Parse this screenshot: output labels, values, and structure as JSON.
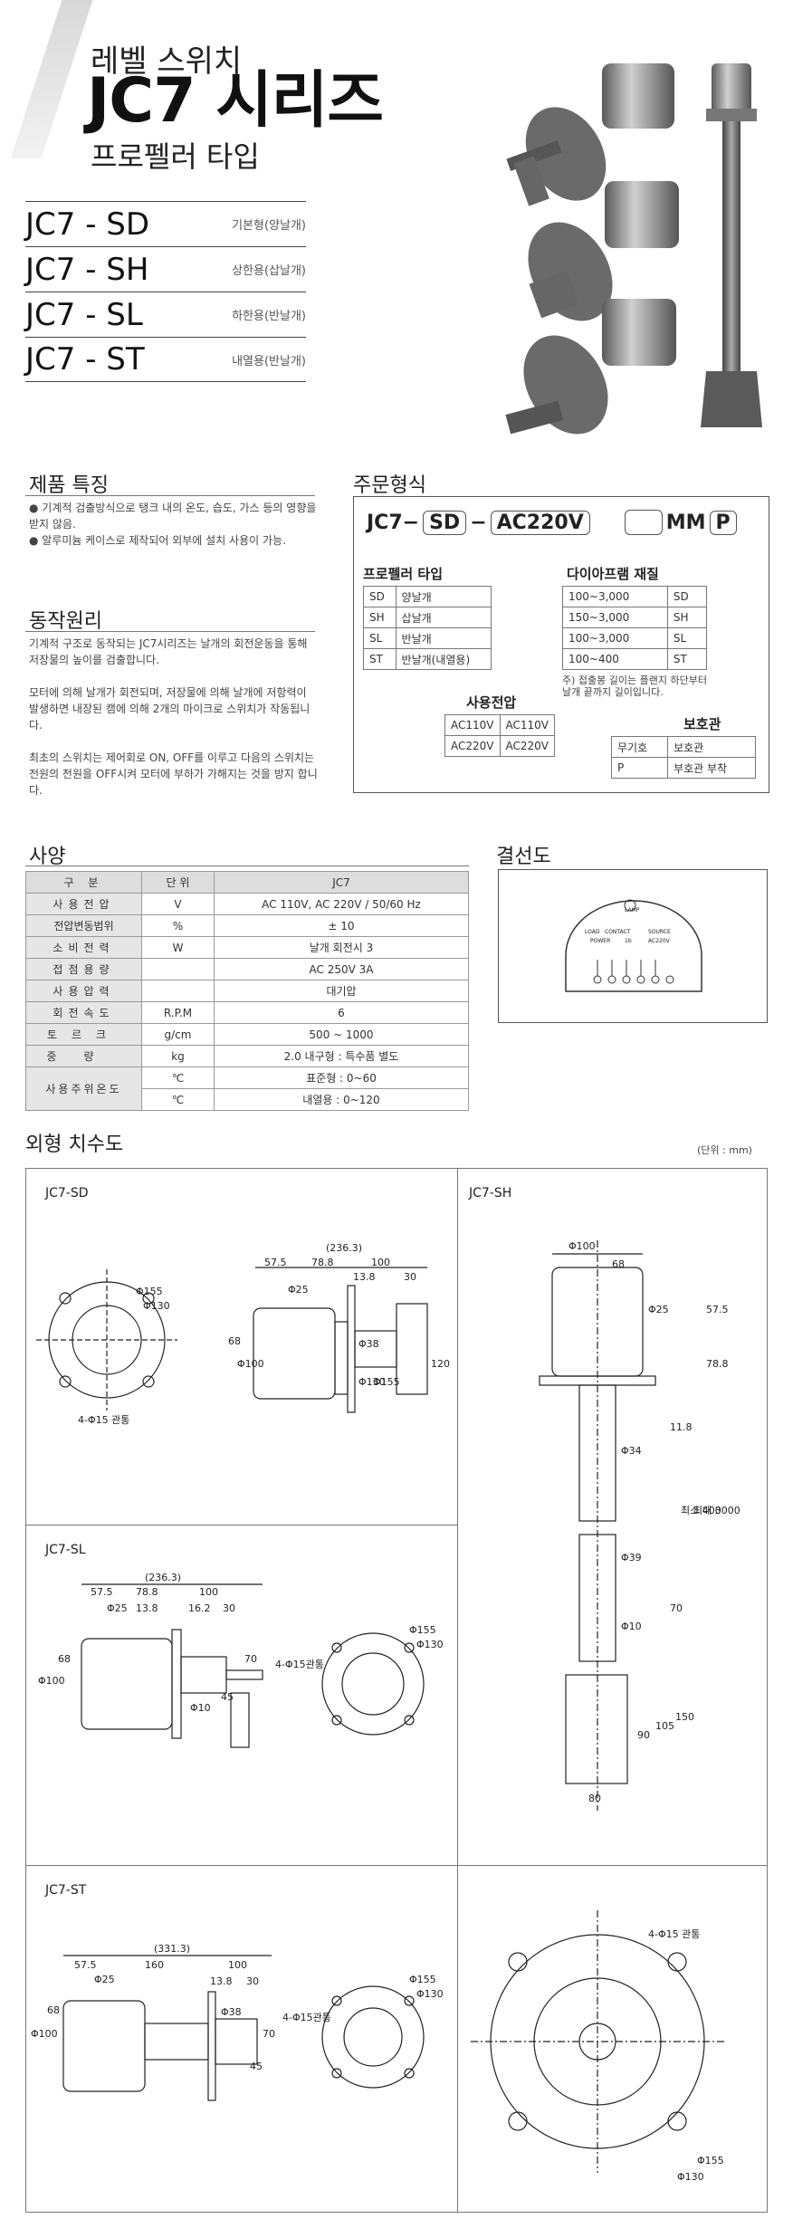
{
  "header": {
    "kicker": "레벨 스위치",
    "title": "JC7 시리즈",
    "subtitle": "프로펠러 타입"
  },
  "models": [
    {
      "name": "JC7 - SD",
      "desc": "기본형(양날개)"
    },
    {
      "name": "JC7 - SH",
      "desc": "상한용(삽날개)"
    },
    {
      "name": "JC7 - SL",
      "desc": "하한용(반날개)"
    },
    {
      "name": "JC7 - ST",
      "desc": "내열용(반날개)"
    }
  ],
  "features": {
    "title": "제품 특징",
    "items": [
      "기계적 검출방식으로 탱크 내의 온도, 습도, 가스 등의 영향을 받지 않음.",
      "알루미늄 케이스로 제작되어 외부에 설치 사용이 가능."
    ]
  },
  "principle": {
    "title": "동작원리",
    "paragraphs": [
      "기계적 구조로 동작되는 JC7시리즈는 날개의 회전운동을 통해 저장물의 높이를 검출합니다.",
      "모터에 의해 날개가 회전되며, 저장물에 의해 날개에 저항력이 발생하면 내장된 캠에 의해 2개의 마이크로 스위치가 작동됩니다.",
      "최초의 스위치는 제어회로 ON, OFF를 이루고 다음의 스위치는 전원의 전원을 OFF시켜 모터에 부하가 가해지는 것을 방지 합니다."
    ]
  },
  "order": {
    "title": "주문형식",
    "code": {
      "p1": "JC7−",
      "p2": "SD",
      "p3": "−",
      "p4": "AC220V",
      "p5": "MM",
      "p6": "P"
    },
    "propeller": {
      "title": "프로펠러 타입",
      "rows": [
        [
          "SD",
          "양날개"
        ],
        [
          "SH",
          "삽날개"
        ],
        [
          "SL",
          "반날개"
        ],
        [
          "ST",
          "반날개(내열용)"
        ]
      ]
    },
    "diaphragm": {
      "title": "다이아프램 재질",
      "rows": [
        [
          "100~3,000",
          "SD"
        ],
        [
          "150~3,000",
          "SH"
        ],
        [
          "100~3,000",
          "SL"
        ],
        [
          "100~400",
          "ST"
        ]
      ],
      "note1": "주) 접출봉 길이는 플랜지 하단부터",
      "note2": "날개 끝까지 길이입니다."
    },
    "voltage": {
      "title": "사용전압",
      "rows": [
        [
          "AC110V",
          "AC110V"
        ],
        [
          "AC220V",
          "AC220V"
        ]
      ]
    },
    "protect": {
      "title": "보호관",
      "rows": [
        [
          "무기호",
          "보호관"
        ],
        [
          "P",
          "부호관 부착"
        ]
      ]
    }
  },
  "spec": {
    "title": "사양",
    "header": [
      "구 분",
      "단 위",
      "JC7"
    ],
    "rows": [
      [
        "사용전압",
        "V",
        "AC 110V, AC 220V / 50/60 Hz"
      ],
      [
        "전압변동범위",
        "%",
        "± 10"
      ],
      [
        "소비전력",
        "W",
        "날개 회전시 3"
      ],
      [
        "접점용량",
        "",
        "AC 250V 3A"
      ],
      [
        "사용압력",
        "",
        "대기압"
      ],
      [
        "회전속도",
        "R.P.M",
        "6"
      ],
      [
        "토르크",
        "g/cm",
        "500 ~ 1000"
      ],
      [
        "중량",
        "kg",
        "2.0 내구형 : 특수품 별도"
      ]
    ],
    "temp_label": "사용주위온도",
    "temp_rows": [
      [
        "℃",
        "표준형 : 0~60"
      ],
      [
        "℃",
        "내열용 : 0~120"
      ]
    ]
  },
  "wiring": {
    "title": "결선도",
    "lamp": "LAMP",
    "load": "LOAD",
    "contact": "CONTACT",
    "source": "SOURCE",
    "power": "POWER",
    "nb": "1b",
    "ac": "AC220V"
  },
  "dims": {
    "title": "외형 치수도",
    "unit": "(단위 : mm)",
    "sd": {
      "label": "JC7-SD",
      "d155": "Φ155",
      "d130": "Φ130",
      "holes": "4-Φ15 관통",
      "total": "(236.3)",
      "a": "57.5",
      "b": "78.8",
      "c": "100",
      "d": "13.8",
      "e": "30",
      "f": "Φ25",
      "g": "68",
      "h": "Φ100",
      "i": "Φ38",
      "j": "Φ130",
      "k": "Φ155",
      "l": "120"
    },
    "sh": {
      "label": "JC7-SH",
      "d100": "Φ100",
      "w68": "68",
      "d25": "Φ25",
      "h57": "57.5",
      "h78": "78.8",
      "h11": "11.8",
      "d34": "Φ34",
      "len": "최소 400",
      "lenmax": "최대 3000",
      "d39": "Φ39",
      "d10": "Φ10",
      "h70": "70",
      "h90": "90",
      "h105": "105",
      "h150": "150",
      "w80": "80"
    },
    "sl": {
      "label": "JC7-SL",
      "total": "(236.3)",
      "a": "57.5",
      "b": "78.8",
      "c": "100",
      "d": "Φ25",
      "e": "13.8",
      "f": "16.2",
      "g": "30",
      "h": "68",
      "i": "Φ100",
      "j": "70",
      "k": "45",
      "l": "Φ10",
      "holes": "4-Φ15관통",
      "d155": "Φ155",
      "d130": "Φ130"
    },
    "st": {
      "label": "JC7-ST",
      "total": "(331.3)",
      "a": "57.5",
      "b": "160",
      "c": "100",
      "d": "Φ25",
      "e": "13.8",
      "f": "30",
      "g": "68",
      "h": "Φ100",
      "i": "Φ38",
      "j": "70",
      "k": "45",
      "holes": "4-Φ15관통",
      "d155": "Φ155",
      "d130": "Φ130",
      "big_holes": "4-Φ15 관통",
      "big155": "Φ155",
      "big130": "Φ130"
    }
  }
}
